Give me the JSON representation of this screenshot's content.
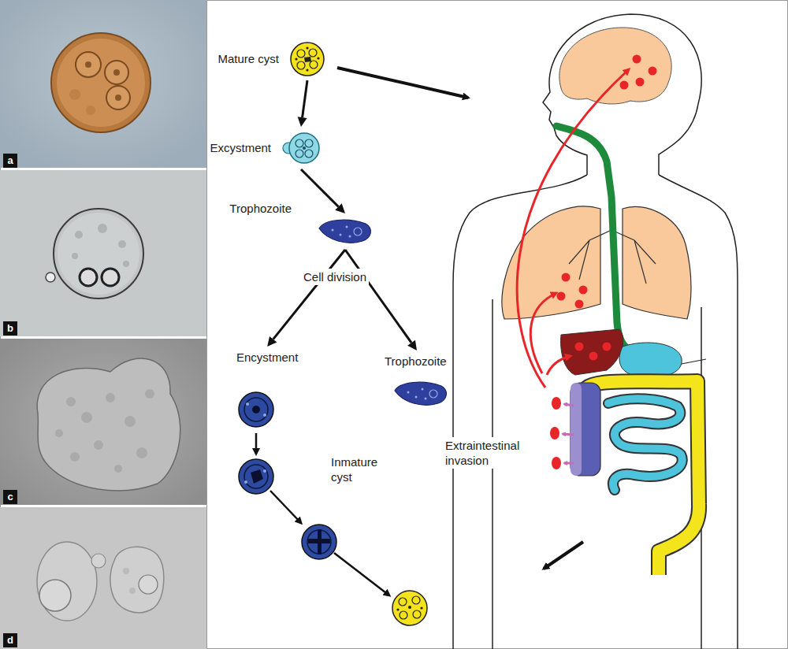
{
  "diagram": {
    "nodes": [
      {
        "text": [
          "Mature cyst"
        ]
      },
      {
        "text": [
          "Excystment"
        ]
      },
      {
        "text": [
          "Trophozoite"
        ]
      },
      {
        "text": [
          "Encystment"
        ]
      },
      {
        "text": [
          "Trophozoite"
        ]
      }
    ],
    "edges": [
      {
        "from": 0,
        "to": 1,
        "arrow": "to"
      },
      {
        "from": 1,
        "to": 2,
        "arrow": "to"
      },
      {
        "from": 2,
        "to": 3,
        "arrow": "to"
      },
      {
        "from": 2,
        "to": 4,
        "arrow": "to"
      }
    ],
    "labels": [
      "a",
      "b",
      "c",
      "d",
      "Cell division",
      "Inmature cyst",
      "Extraintestinal invasion"
    ]
  }
}
